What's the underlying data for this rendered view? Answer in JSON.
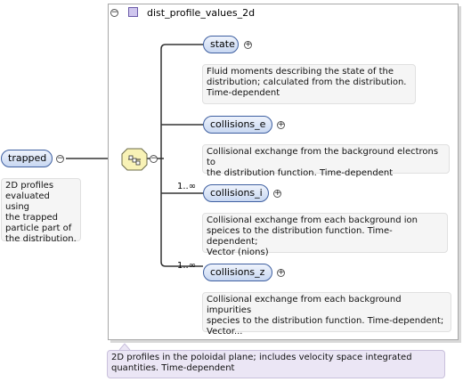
{
  "root": {
    "name": "trapped",
    "toggle": "−",
    "doc": [
      "2D profiles",
      "evaluated using",
      "the trapped",
      "particle part of",
      "the distribution."
    ]
  },
  "type_box": {
    "title": "dist_profile_values_2d",
    "toggle": "−",
    "doc": [
      "2D profiles in the poloidal plane; includes velocity space integrated",
      "quantities. Time-dependent"
    ]
  },
  "sequence": {
    "icon": "sequence-icon",
    "toggle": "−"
  },
  "children": [
    {
      "name": "state",
      "multiplicity": "",
      "expand": "+",
      "doc": [
        "Fluid moments describing the state of the",
        "distribution; calculated from the distribution.",
        "Time-dependent"
      ]
    },
    {
      "name": "collisions_e",
      "multiplicity": "",
      "expand": "+",
      "doc": [
        "Collisional exchange from the background electrons to",
        "the distribution function. Time-dependent"
      ]
    },
    {
      "name": "collisions_i",
      "multiplicity": "1..∞",
      "expand": "+",
      "doc": [
        "Collisional exchange from each background ion",
        "speices to the distribution function. Time-dependent;",
        "Vector (nions)"
      ]
    },
    {
      "name": "collisions_z",
      "multiplicity": "1..∞",
      "expand": "+",
      "doc": [
        "Collisional exchange from each background impurities",
        "species to the distribution function. Time-dependent;",
        "Vector..."
      ]
    }
  ]
}
